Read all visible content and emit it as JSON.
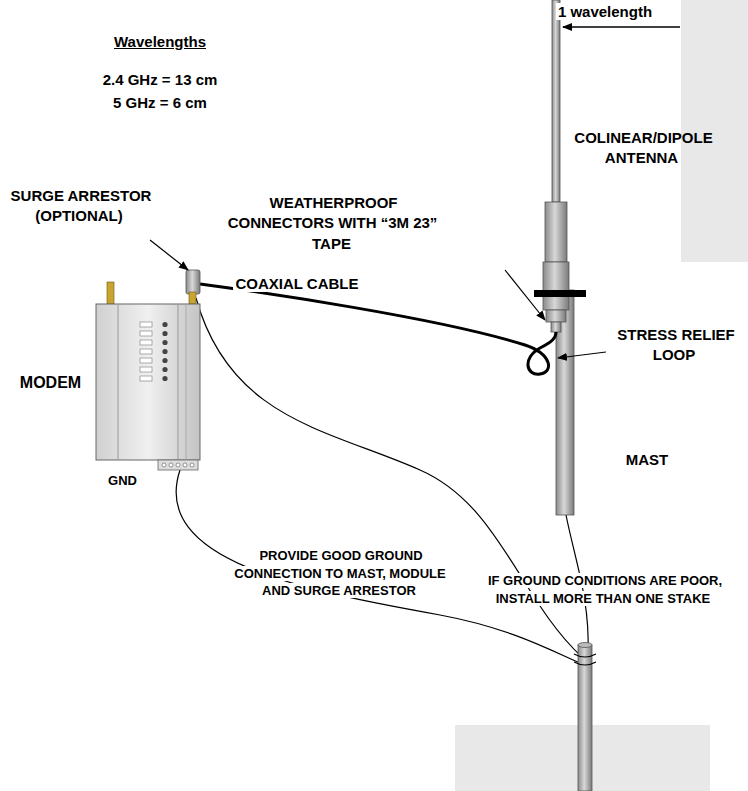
{
  "diagram": {
    "labels": [
      "Wavelengths",
      "2.4 GHz = 13 cm",
      "5 GHz = 6 cm",
      "1 wavelength",
      "COLINEAR/DIPOLE ANTENNA",
      "WEATHERPROOF CONNECTORS WITH “3M 23” TAPE",
      "SURGE ARRESTOR (OPTIONAL)",
      "COAXIAL CABLE",
      "STRESS RELIEF LOOP",
      "MAST",
      "MODEM",
      "PROVIDE GOOD GROUND CONNECTION TO MAST, MODULE AND SURGE ARRESTOR",
      "IF GROUND CONDITIONS ARE POOR, INSTALL MORE THAN ONE STAKE",
      "GND"
    ]
  }
}
